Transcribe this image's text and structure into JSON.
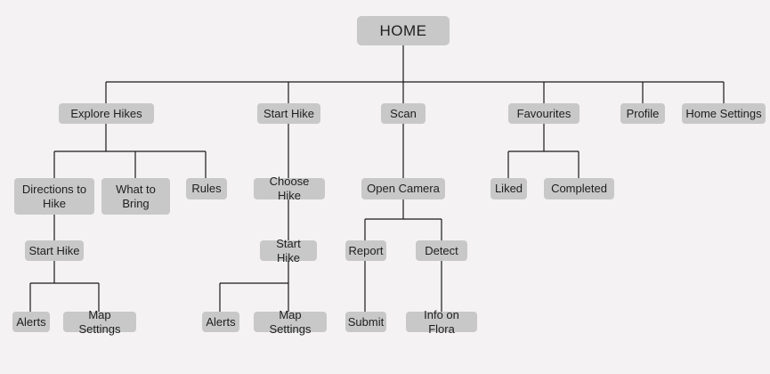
{
  "colors": {
    "background": "#f4f2f3",
    "node": "#c8c8c8",
    "line": "#1a1a1a"
  },
  "tree": {
    "home": "HOME",
    "explore": {
      "label": "Explore Hikes",
      "directions": "Directions to Hike",
      "start_hike": "Start Hike",
      "alerts": "Alerts",
      "map_settings": "Map Settings",
      "what_to_bring": "What to Bring",
      "rules": "Rules"
    },
    "start": {
      "label": "Start Hike",
      "choose_hike": "Choose Hike",
      "start_hike": "Start Hike",
      "alerts": "Alerts",
      "map_settings": "Map Settings"
    },
    "scan": {
      "label": "Scan",
      "open_camera": "Open Camera",
      "report": "Report",
      "submit": "Submit",
      "detect": "Detect",
      "info_on_flora": "Info on Flora"
    },
    "favourites": {
      "label": "Favourites",
      "liked": "Liked",
      "completed": "Completed"
    },
    "profile": "Profile",
    "home_settings": "Home Settings"
  }
}
